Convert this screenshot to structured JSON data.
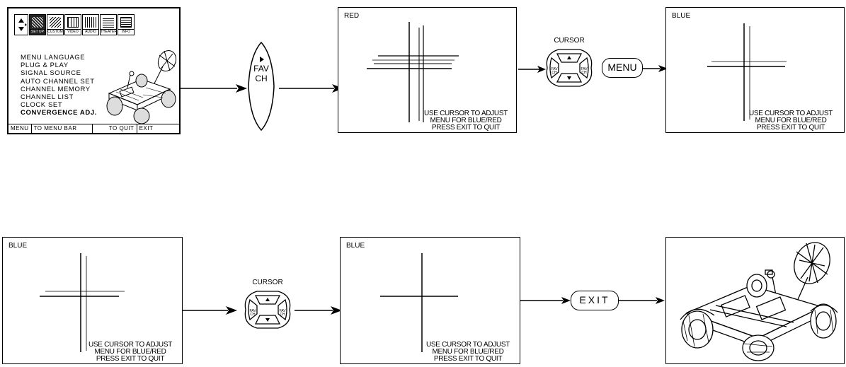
{
  "menu": {
    "icons": [
      "SET UP",
      "CUSTOM",
      "VIDEO",
      "AUDIO",
      "THEATER",
      "INFO"
    ],
    "items": [
      "MENU LANGUAGE",
      "PLUG & PLAY",
      "SIGNAL SOURCE",
      "AUTO CHANNEL SET",
      "CHANNEL MEMORY",
      "CHANNEL LIST",
      "CLOCK SET",
      "CONVERGENCE ADJ."
    ],
    "footer": [
      "MENU",
      "TO MENU BAR",
      "TO QUIT",
      "EXIT"
    ]
  },
  "fav_button": {
    "line1": "FAV",
    "line2": "CH"
  },
  "cursor": {
    "label": "CURSOR",
    "left": "FAV\nCH",
    "right": "FAV\nCH"
  },
  "menu_button": "MENU",
  "exit_button": "EXIT",
  "screens": {
    "red": "RED",
    "blue": "BLUE"
  },
  "instructions": {
    "line1": "USE CURSOR TO ADJUST",
    "line2": "MENU FOR BLUE/RED",
    "line3": "PRESS EXIT TO QUIT"
  }
}
